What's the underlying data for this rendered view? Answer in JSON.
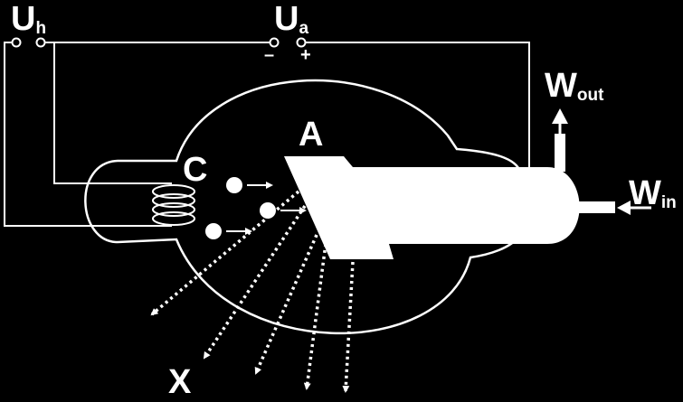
{
  "labels": {
    "heater_voltage": "U",
    "heater_voltage_sub": "h",
    "anode_voltage": "U",
    "anode_voltage_sub": "a",
    "minus_sign": "–",
    "plus_sign": "+",
    "anode": "A",
    "cathode": "C",
    "xrays": "X",
    "water_out": "W",
    "water_out_sub": "out",
    "water_in": "W",
    "water_in_sub": "in"
  },
  "colors": {
    "background": "#000000",
    "foreground": "#ffffff"
  }
}
